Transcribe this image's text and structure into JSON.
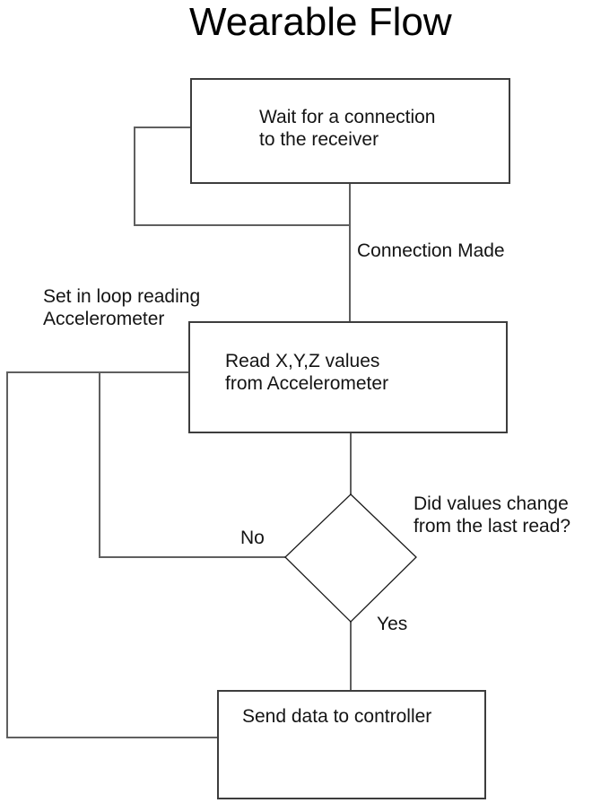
{
  "title": "Wearable Flow",
  "nodes": {
    "wait": {
      "type": "process",
      "line1": "Wait for a connection",
      "line2": "to the receiver"
    },
    "read": {
      "type": "process",
      "line1": "Read X,Y,Z values",
      "line2": "from Accelerometer"
    },
    "decision": {
      "type": "decision",
      "line1": "Did values change",
      "line2": "from the last read?"
    },
    "send": {
      "type": "process",
      "label": "Send data to controller"
    }
  },
  "edge_labels": {
    "connection_made": "Connection Made",
    "no": "No",
    "yes": "Yes"
  },
  "annotations": {
    "loop_note_line1": "Set in loop reading",
    "loop_note_line2": "Accelerometer"
  },
  "colors": {
    "background": "#ffffff",
    "text": "#141414",
    "box_border": "#3d3d3d",
    "connector_line": "#5f5f5f",
    "diamond_stroke": "#1a1a1a"
  }
}
